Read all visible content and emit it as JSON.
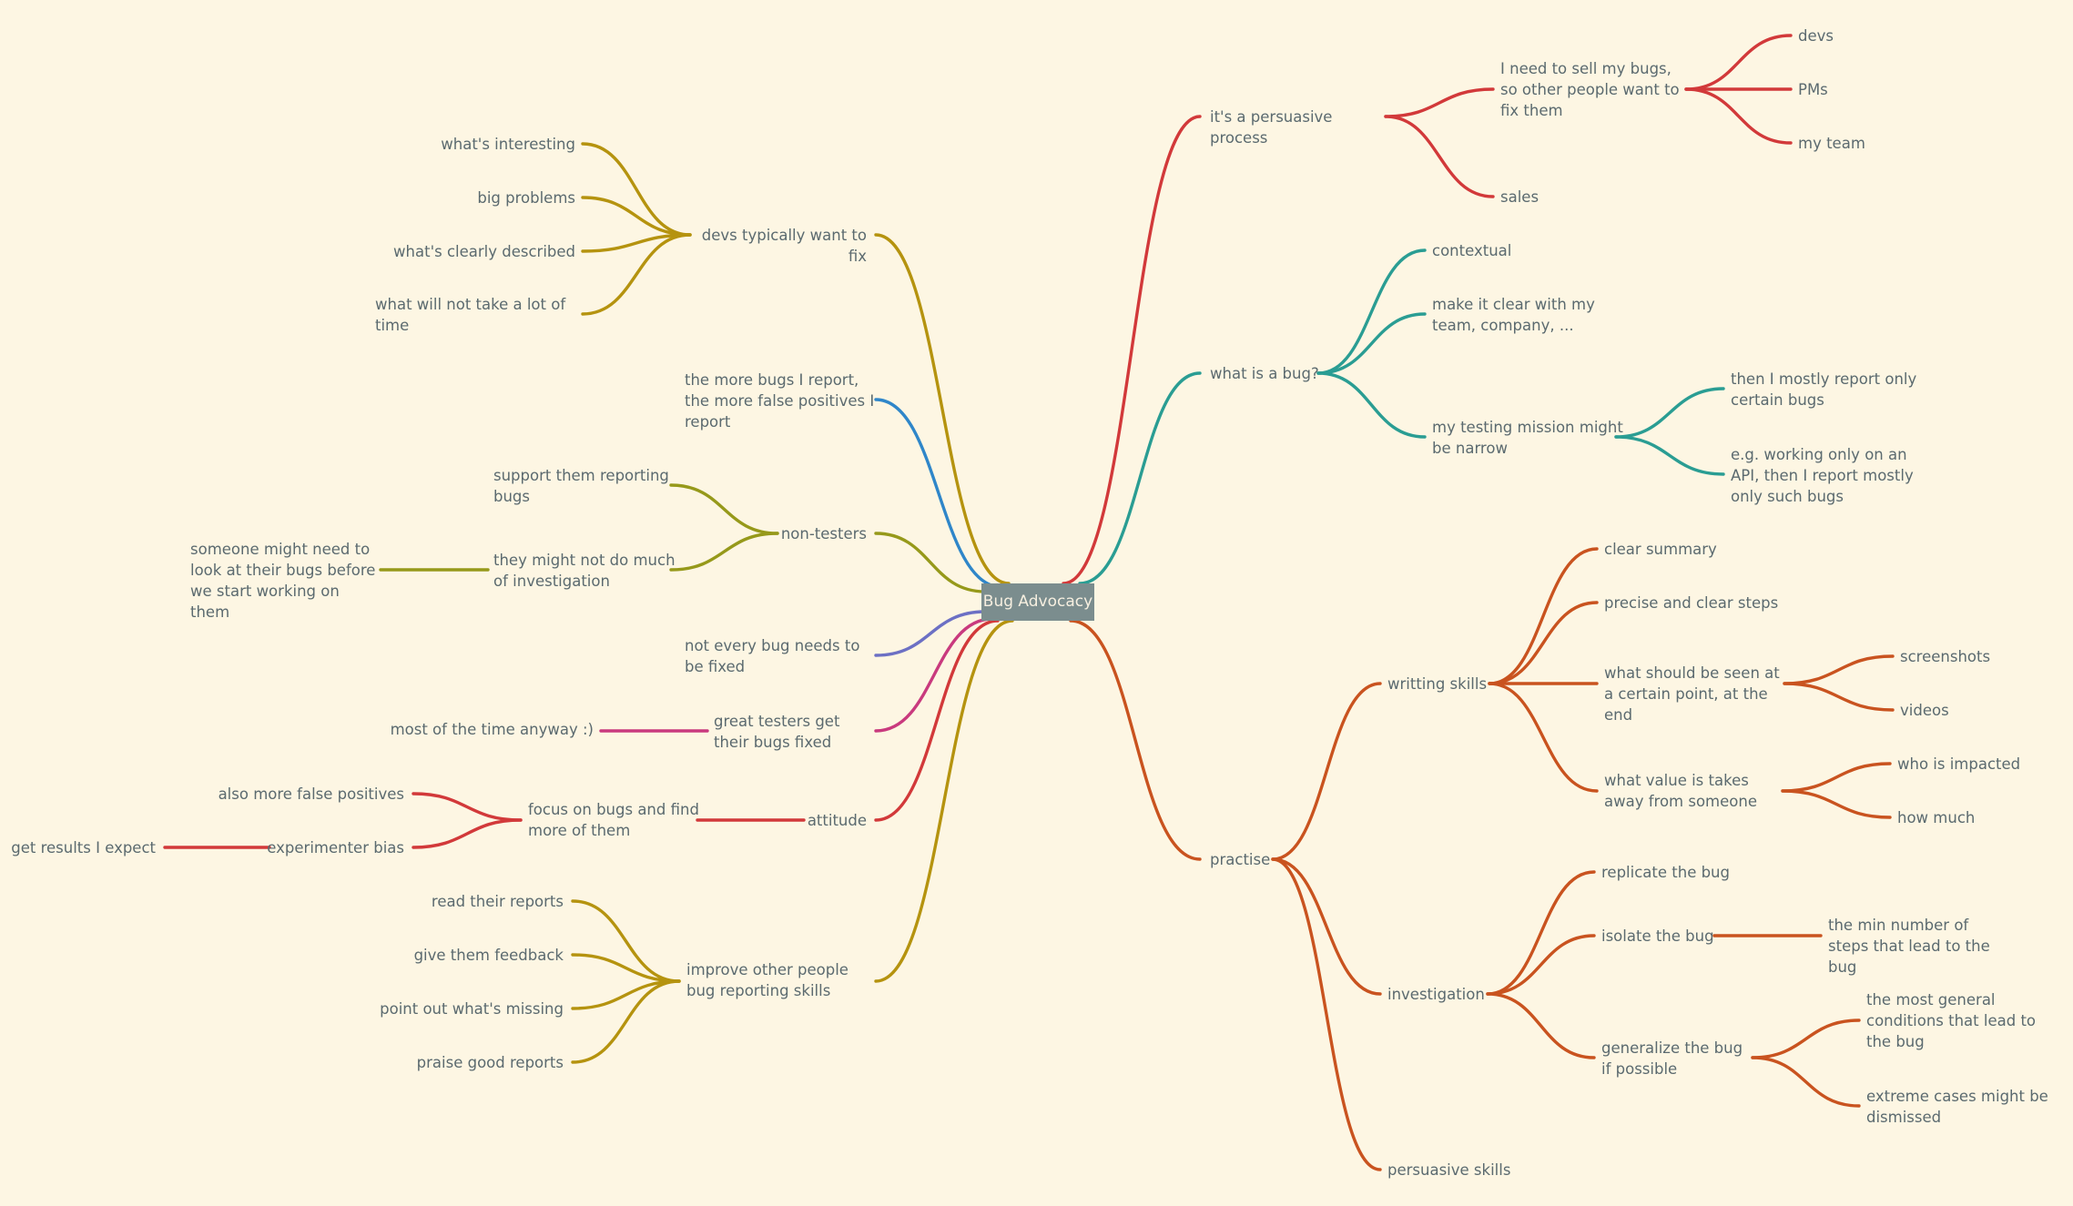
{
  "title": "Bug Advocacy",
  "colors": {
    "background": "#fdf6e3",
    "root": "#7b8d8e",
    "text": "#5b6a6f",
    "persuasive": "#d2393a",
    "bug": "#2a9d93",
    "practise": "#c9531f",
    "devs": "#b5930f",
    "falsepos": "#2f86c9",
    "nontesters": "#96991a",
    "notevery": "#6c70c4",
    "great": "#c93a7e",
    "attitude": "#d2393a",
    "improve": "#b5930f"
  },
  "nodes": {
    "persuasive": "it's a persuasive process",
    "sell": "I need to sell my bugs, so other people want to fix them",
    "sell_devs": "devs",
    "sell_pms": "PMs",
    "sell_team": "my team",
    "sales": "sales",
    "whatbug": "what is a bug?",
    "contextual": "contextual",
    "clear_team": "make it clear with my team, company, ...",
    "mission": "my testing mission might be narrow",
    "mission_certain": "then I mostly report only certain bugs",
    "mission_api": "e.g. working only on an API, then I report mostly only such bugs",
    "practise": "practise",
    "writing": "writting skills",
    "clear_summary": "clear summary",
    "precise_steps": "precise and clear steps",
    "seen_point": "what should be seen at a certain point, at the end",
    "screenshots": "screenshots",
    "videos": "videos",
    "value_away": "what value is takes away from someone",
    "who_impacted": "who is impacted",
    "how_much": "how much",
    "investigation": "investigation",
    "replicate": "replicate the bug",
    "isolate": "isolate the bug",
    "min_steps": "the min number of steps that lead to the bug",
    "generalize": "generalize the bug if possible",
    "general_conditions": "the most general conditions that lead to the bug",
    "extreme_cases": "extreme cases might be dismissed",
    "persuasive_skills": "persuasive skills",
    "devs_fix": "devs typically want to fix",
    "interesting": "what's interesting",
    "big_problems": "big problems",
    "clearly_described": "what's clearly described",
    "not_lot_time": "what will not take a lot of time",
    "false_positives": "the more bugs I report, the more false positives I report",
    "nontesters": "non-testers",
    "support_them": "support them reporting bugs",
    "not_investigate": "they might not do much of investigation",
    "someone_look": "someone might need to look at their bugs before we start working on them",
    "not_every": "not every bug needs to be fixed",
    "great_testers": "great testers get their bugs fixed",
    "most_time": "most of the time anyway :)",
    "attitude": "attitude",
    "focus_bugs": "focus on bugs and find more of them",
    "more_false": "also more false positives",
    "experimenter": "experimenter bias",
    "results_expect": "get results I expect",
    "improve": "improve other people bug reporting skills",
    "read_reports": "read their reports",
    "give_feedback": "give them feedback",
    "point_missing": "point out what's missing",
    "praise_good": "praise good reports"
  }
}
